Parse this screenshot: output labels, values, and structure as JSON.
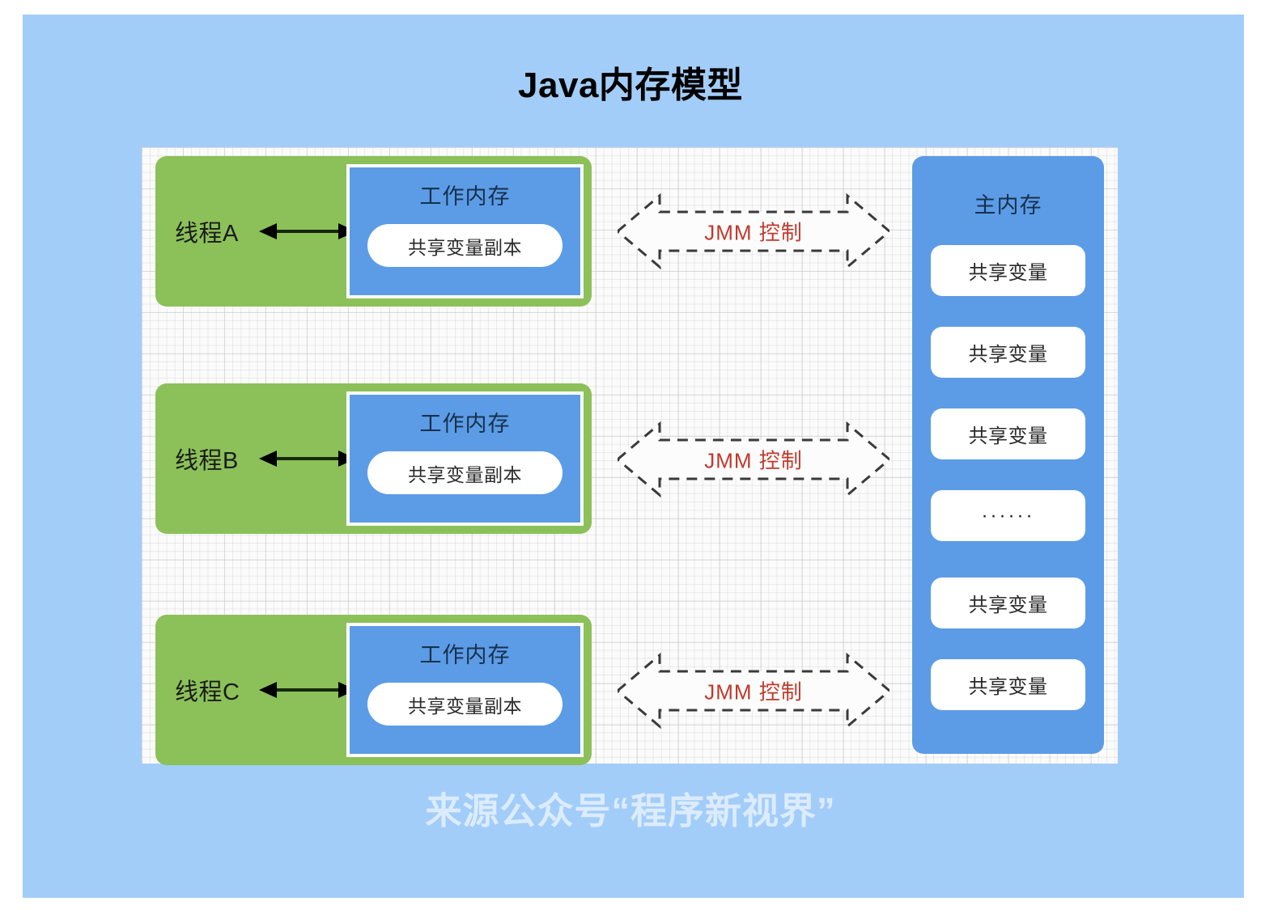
{
  "title": "Java内存模型",
  "watermark": "来源公众号“程序新视界”",
  "colors": {
    "slide_background": "#a3cdf9",
    "canvas_background": "#fbfbfb",
    "thread_green": "#8cc059",
    "memory_blue": "#5c9ce6",
    "jmm_text_red": "#c0392b",
    "title_text": "#000000",
    "watermark_text": "#ffffff"
  },
  "threads": [
    {
      "label": "线程A",
      "arrow_icon": "double-arrow-horizontal-icon",
      "work_memory": {
        "title": "工作内存",
        "copy": "共享变量副本"
      },
      "jmm": {
        "label": "JMM 控制",
        "icon": "double-arrow-dashed-icon"
      }
    },
    {
      "label": "线程B",
      "arrow_icon": "double-arrow-horizontal-icon",
      "work_memory": {
        "title": "工作内存",
        "copy": "共享变量副本"
      },
      "jmm": {
        "label": "JMM 控制",
        "icon": "double-arrow-dashed-icon"
      }
    },
    {
      "label": "线程C",
      "arrow_icon": "double-arrow-horizontal-icon",
      "work_memory": {
        "title": "工作内存",
        "copy": "共享变量副本"
      },
      "jmm": {
        "label": "JMM 控制",
        "icon": "double-arrow-dashed-icon"
      }
    }
  ],
  "main_memory": {
    "title": "主内存",
    "items": [
      "共享变量",
      "共享变量",
      "共享变量",
      "······",
      "共享变量",
      "共享变量"
    ]
  }
}
